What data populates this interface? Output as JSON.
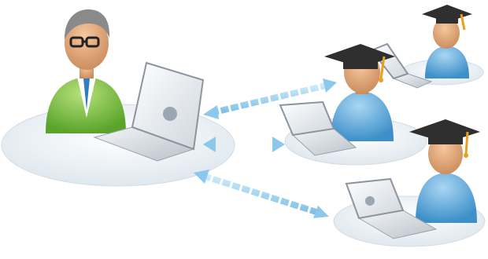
{
  "scene": {
    "participants": [
      {
        "role": "teacher",
        "icon": "teacher-icon",
        "device": "laptop-icon"
      },
      {
        "role": "student",
        "icon": "student-icon",
        "device": "laptop-icon"
      },
      {
        "role": "student",
        "icon": "student-icon",
        "device": "laptop-icon"
      },
      {
        "role": "student",
        "icon": "student-icon",
        "device": "laptop-icon"
      }
    ],
    "connections": [
      "bidirectional-arrow",
      "bidirectional-arrow",
      "bidirectional-arrow"
    ],
    "colors": {
      "teacher_shirt": "#7cc242",
      "student_body": "#5aa7dc",
      "cap": "#2f2f2f",
      "tassel": "#e8a020",
      "arrow": "#9fd0ee",
      "platform": "#eef3f7",
      "laptop": "#dfe3e7"
    }
  }
}
